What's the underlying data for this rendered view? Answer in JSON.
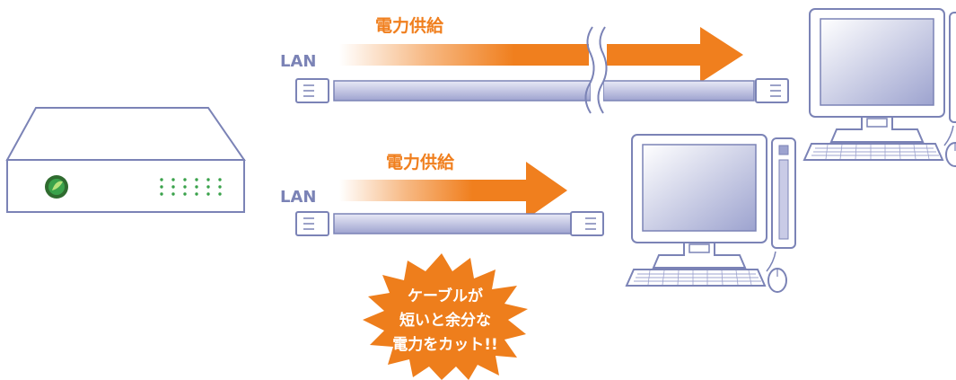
{
  "labels": {
    "power_supply_top": "電力供給",
    "power_supply_bottom": "電力供給",
    "lan_top": "LAN",
    "lan_bottom": "LAN",
    "burst_line1": "ケーブルが",
    "burst_line2": "短いと余分な",
    "burst_line3": "電力をカット!!"
  },
  "colors": {
    "arrow_orange": "#f07f1e",
    "cable_blue": "#7b83b6",
    "cable_fill": "#c9cbe6",
    "screen_gradient_top": "#ffffff",
    "screen_gradient_bottom": "#9da3cf",
    "led_green": "#3aa24b",
    "burst_orange": "#ee7e1c"
  },
  "icons": {
    "switch": "poe-switch-icon",
    "eco_badge": "eco-badge-icon",
    "computer": "desktop-computer-icon",
    "burst": "starburst-icon"
  }
}
